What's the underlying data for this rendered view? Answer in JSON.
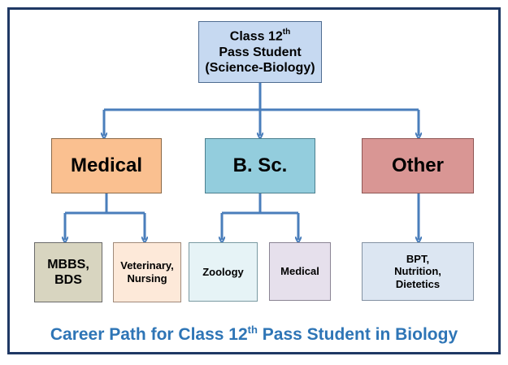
{
  "root": {
    "line1": "Class 12",
    "line1_sup": "th",
    "line2": "Pass Student",
    "line3": "(Science-Biology)"
  },
  "level1": [
    {
      "label": "Medical"
    },
    {
      "label": "B. Sc."
    },
    {
      "label": "Other"
    }
  ],
  "level2": {
    "medical": [
      "MBBS,\nBDS",
      "Veterinary,\nNursing"
    ],
    "bsc": [
      "Zoology",
      "Medical"
    ],
    "other": [
      "BPT,",
      "Nutrition,",
      "Dietetics"
    ]
  },
  "caption": {
    "before": "Career Path for Class 12",
    "sup": "th",
    "after": " Pass Student in Biology"
  },
  "colors": {
    "connector": "#4a7ebb",
    "frame": "#1f3864",
    "caption": "#2e75b6",
    "root": "#c6d9f1",
    "medical": "#fac090",
    "bsc": "#93cddd",
    "other": "#d99694"
  }
}
